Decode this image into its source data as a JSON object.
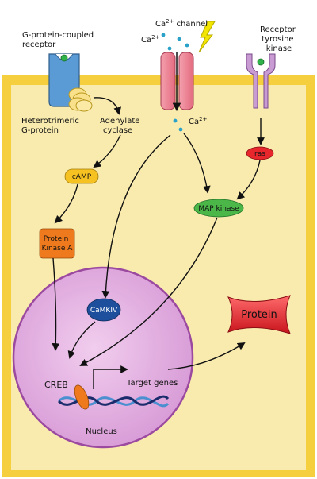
{
  "labels": {
    "gpcr": [
      "G-protein-coupled",
      "receptor"
    ],
    "ca_channel": "channel",
    "ca_symbol": "Ca",
    "ca_sup": "2+",
    "rtk": [
      "Receptor",
      "tyrosine",
      "kinase"
    ],
    "g_protein": [
      "Heterotrimeric",
      "G-protein"
    ],
    "adenylate_cyclase": [
      "Adenylate",
      "cyclase"
    ],
    "ras": "ras",
    "camp": "cAMP",
    "map_kinase": "MAP kinase",
    "pka": [
      "Protein",
      "Kinase A"
    ],
    "camkiv": "CaMKIV",
    "creb": "CREB",
    "target_genes": "Target genes",
    "protein": "Protein",
    "nucleus": "Nucleus"
  },
  "colors": {
    "cell_fill": "#f9ebae",
    "membrane": "#f6cf3f",
    "nucleus_fill": "#dba3da",
    "nucleus_edge": "#9b4aa0",
    "gpcr": "#5b9bd5",
    "ca_channel": "#ef8a9b",
    "rtk": "#c89bd3",
    "ras": "#e8272d",
    "camp": "#f6c221",
    "map_kinase": "#4bb748",
    "pka": "#ee7a1d",
    "camkiv": "#1d4f9c",
    "protein": "#e0232b",
    "ca_ion": "#2aa1c8",
    "lightning": "#f2e600",
    "dna_blue": "#4a8fd0",
    "dna_navy": "#1b2c6c"
  },
  "icons": [
    "lightning-bolt-icon",
    "calcium-ion-icon",
    "dna-helix-icon"
  ]
}
